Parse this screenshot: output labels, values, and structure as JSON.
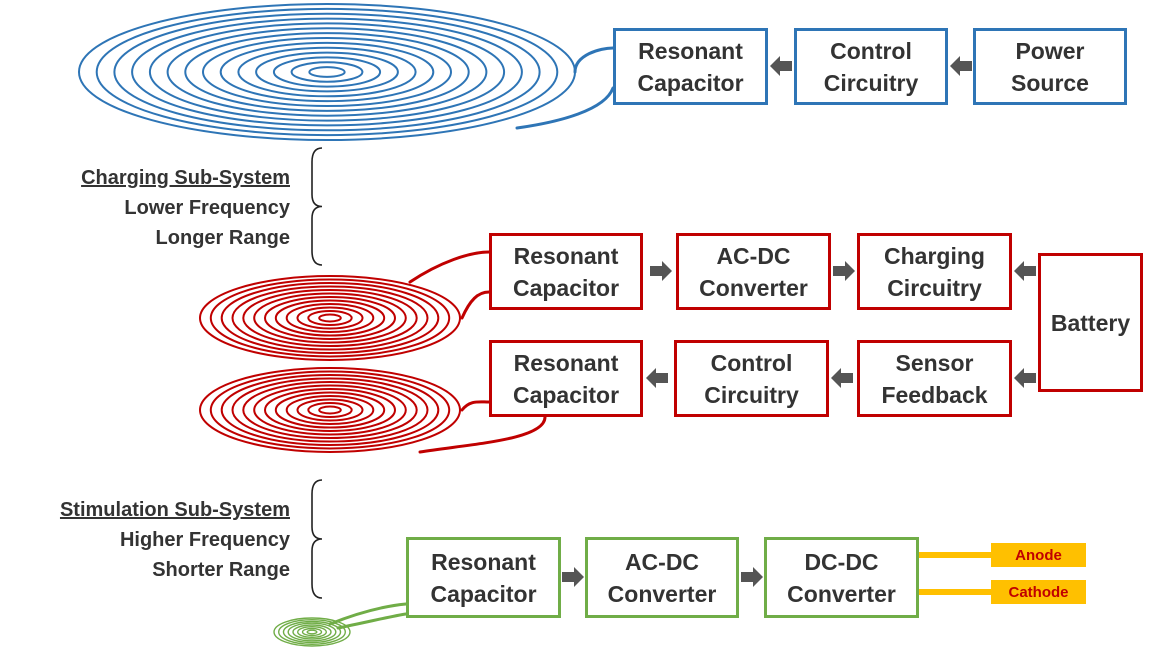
{
  "colors": {
    "blue": "#2e75b6",
    "red": "#c00000",
    "green": "#70ad47",
    "arrow": "#555555",
    "electrode_fill": "#ffc000",
    "electrode_text": "#c00000",
    "text": "#333333"
  },
  "external": {
    "resonant_capacitor": "Resonant\nCapacitor",
    "control_circuitry": "Control\nCircuitry",
    "power_source": "Power\nSource"
  },
  "charging_label": {
    "heading": "Charging Sub-System",
    "line1": "Lower Frequency",
    "line2": "Longer Range"
  },
  "implant_charging": {
    "resonant_capacitor": "Resonant\nCapacitor",
    "ac_dc_converter": "AC-DC\nConverter",
    "charging_circuitry": "Charging\nCircuitry"
  },
  "battery": "Battery",
  "implant_stim_tx": {
    "resonant_capacitor": "Resonant\nCapacitor",
    "control_circuitry": "Control\nCircuitry",
    "sensor_feedback": "Sensor\nFeedback"
  },
  "stimulation_label": {
    "heading": "Stimulation Sub-System",
    "line1": "Higher Frequency",
    "line2": "Shorter Range"
  },
  "stimulator": {
    "resonant_capacitor": "Resonant\nCapacitor",
    "ac_dc_converter": "AC-DC\nConverter",
    "dc_dc_converter": "DC-DC\nConverter"
  },
  "electrodes": {
    "anode": "Anode",
    "cathode": "Cathode"
  }
}
